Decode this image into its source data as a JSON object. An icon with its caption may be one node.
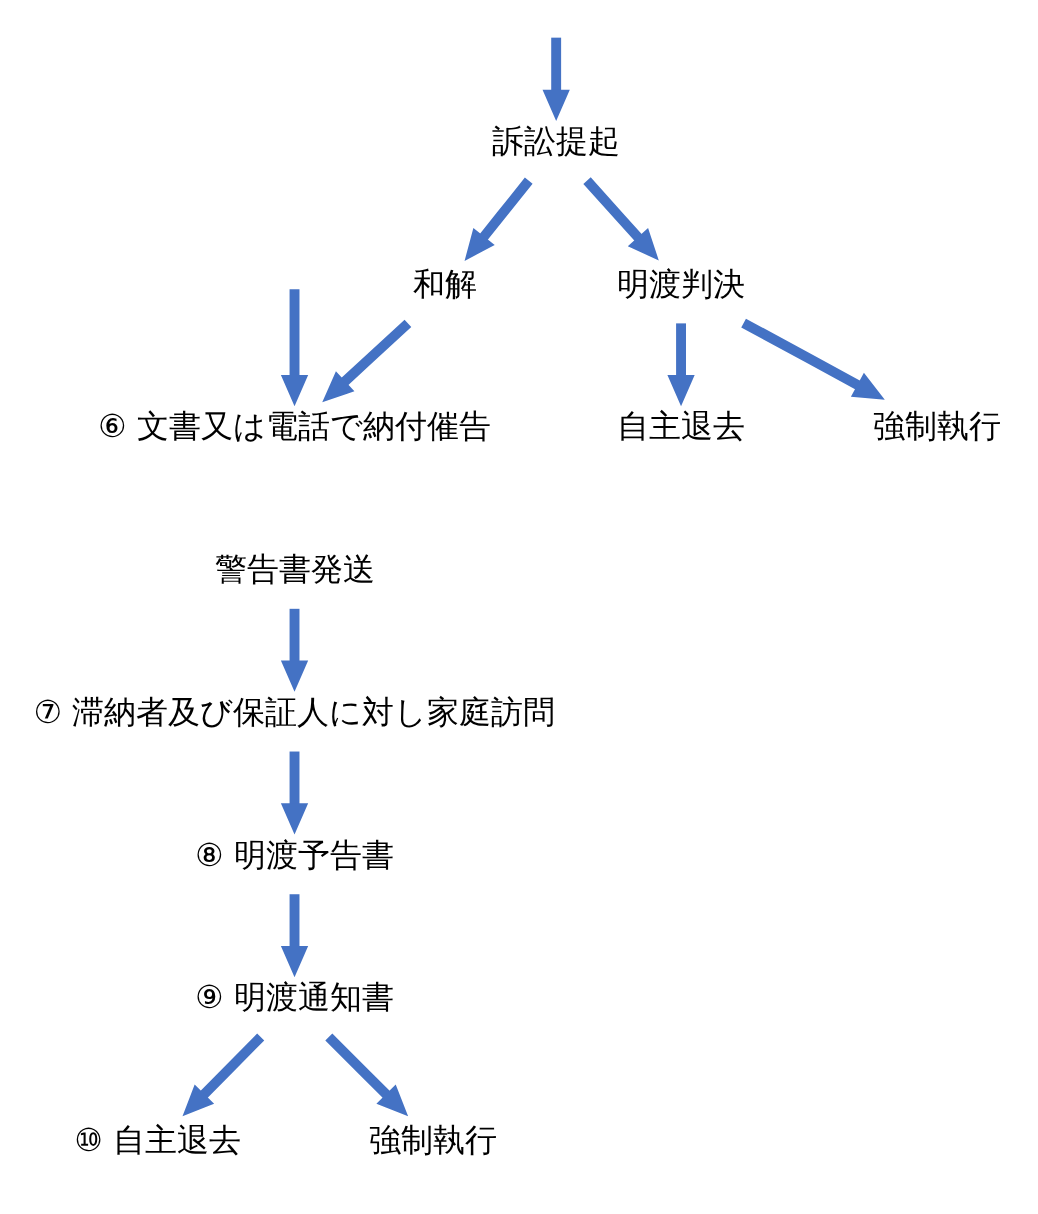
{
  "diagram": {
    "nodes": [
      {
        "text": [
          "訴訟提起"
        ]
      },
      {
        "text": [
          "和解"
        ]
      },
      {
        "text": [
          "明渡判決"
        ]
      },
      {
        "text": [
          "自主退去"
        ]
      },
      {
        "text": [
          "強制執行"
        ]
      },
      {
        "text": [
          "⑥ 文書又は電話で納付催告"
        ]
      },
      {
        "text": [
          "警告書発送"
        ]
      },
      {
        "text": [
          "⑦ 滞納者及び保証人に対し家庭訪問"
        ]
      },
      {
        "text": [
          "⑧ 明渡予告書"
        ]
      },
      {
        "text": [
          "⑨ 明渡通知書"
        ]
      },
      {
        "text": [
          "⑩ 自主退去"
        ]
      },
      {
        "text": [
          "強制執行"
        ]
      }
    ],
    "edges": [
      {
        "from": null,
        "to": 0,
        "arrow": "to"
      },
      {
        "from": 0,
        "to": 1,
        "arrow": "to"
      },
      {
        "from": 0,
        "to": 2,
        "arrow": "to"
      },
      {
        "from": 2,
        "to": 3,
        "arrow": "to"
      },
      {
        "from": 2,
        "to": 4,
        "arrow": "to"
      },
      {
        "from": null,
        "to": 5,
        "arrow": "to"
      },
      {
        "from": 1,
        "to": 5,
        "arrow": "to"
      },
      {
        "from": 6,
        "to": 7,
        "arrow": "to"
      },
      {
        "from": 7,
        "to": 8,
        "arrow": "to"
      },
      {
        "from": 8,
        "to": 9,
        "arrow": "to"
      },
      {
        "from": 9,
        "to": 10,
        "arrow": "to"
      },
      {
        "from": 9,
        "to": 11,
        "arrow": "to"
      }
    ]
  }
}
